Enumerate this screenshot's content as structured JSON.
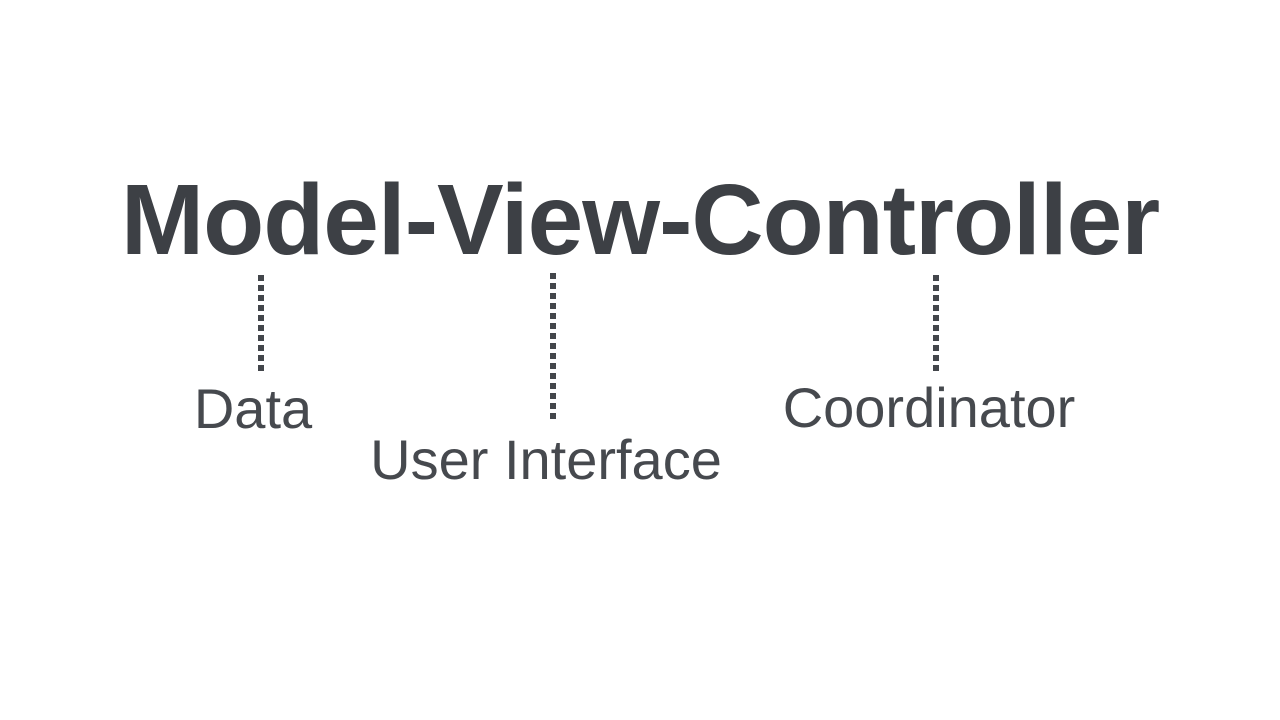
{
  "slide": {
    "title": "Model-View-Controller"
  },
  "annotations": [
    {
      "term": "Model",
      "label": "Data"
    },
    {
      "term": "View",
      "label": "User Interface"
    },
    {
      "term": "Controller",
      "label": "Coordinator"
    }
  ],
  "colors": {
    "title-color": "#3d4045",
    "label-color": "#46494e",
    "line-color": "#43464b",
    "bg-color": "#ffffff"
  }
}
